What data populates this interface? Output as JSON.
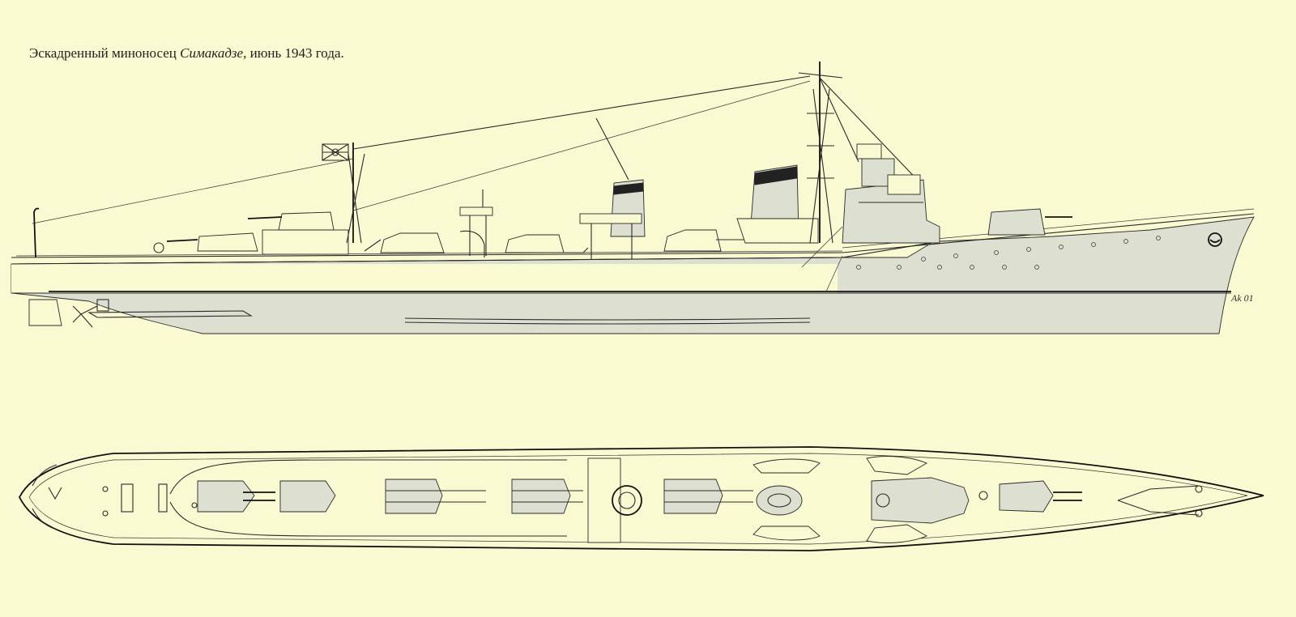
{
  "caption": {
    "prefix": "Эскадренный миноносец ",
    "ship_name": "Симакадзе",
    "suffix": ", июнь 1943 года."
  },
  "signature": "Ak 01",
  "colors": {
    "paper": "#fafad2",
    "ink": "#2a2a2a",
    "shade": "#dde0d0"
  }
}
